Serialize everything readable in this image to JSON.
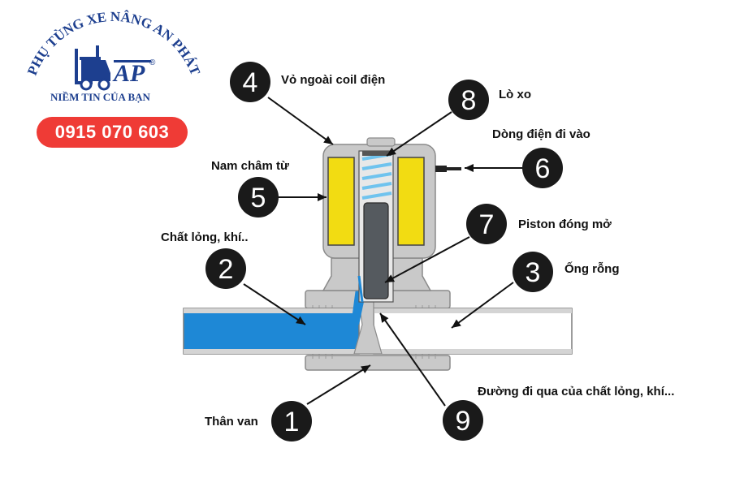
{
  "brand": {
    "arc_text": "PHỤ TÙNG XE NÂNG AN PHÁT",
    "tagline": "NIỀM TIN CỦA BẠN",
    "logo_letters": "AP",
    "registered": "®",
    "phone": "0915 070 603",
    "color": "#1d3f8f",
    "phone_color": "#ef3b36"
  },
  "callouts": [
    {
      "number": "1",
      "label": "Thân van"
    },
    {
      "number": "2",
      "label": "Chất lỏng, khí.."
    },
    {
      "number": "3",
      "label": "Ống rỗng"
    },
    {
      "number": "4",
      "label": "Vỏ ngoài coil điện"
    },
    {
      "number": "5",
      "label": "Nam châm từ"
    },
    {
      "number": "6",
      "label": "Dòng điện đi vào"
    },
    {
      "number": "7",
      "label": "Piston đóng mở"
    },
    {
      "number": "8",
      "label": "Lò xo"
    },
    {
      "number": "9",
      "label": "Đường đi qua của chất lỏng, khí..."
    }
  ],
  "colors": {
    "body": "#c9c9c9",
    "fluid": "#1e88d6",
    "magnet": "#f2dc12",
    "piston": "#555a5f",
    "spring": "#8fd3f5",
    "badge": "#1a1a1a"
  }
}
